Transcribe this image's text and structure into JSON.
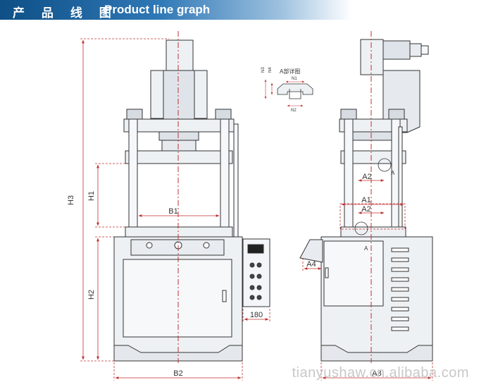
{
  "header": {
    "title_cn": "产 品 线 图",
    "title_en": "Product line graph"
  },
  "dimensions": {
    "h3": "H3",
    "h1": "H1",
    "h2": "H2",
    "b1": "B1",
    "b2": "B2",
    "a1": "A1",
    "a2": "A2",
    "a3": "A3",
    "a4": "A4",
    "panel_width": "180"
  },
  "detail": {
    "title": "A部详图",
    "n1": "N1",
    "n2": "N2",
    "n3": "N3",
    "n4": "N4",
    "marker": "A"
  },
  "watermark": "tianyushaw.cn.alibaba.com",
  "colors": {
    "banner": "#0e4f86",
    "dimension": "#c03030",
    "centerline": "#c03030",
    "machine_fill": "#eef1f4",
    "machine_stroke": "#333333"
  }
}
